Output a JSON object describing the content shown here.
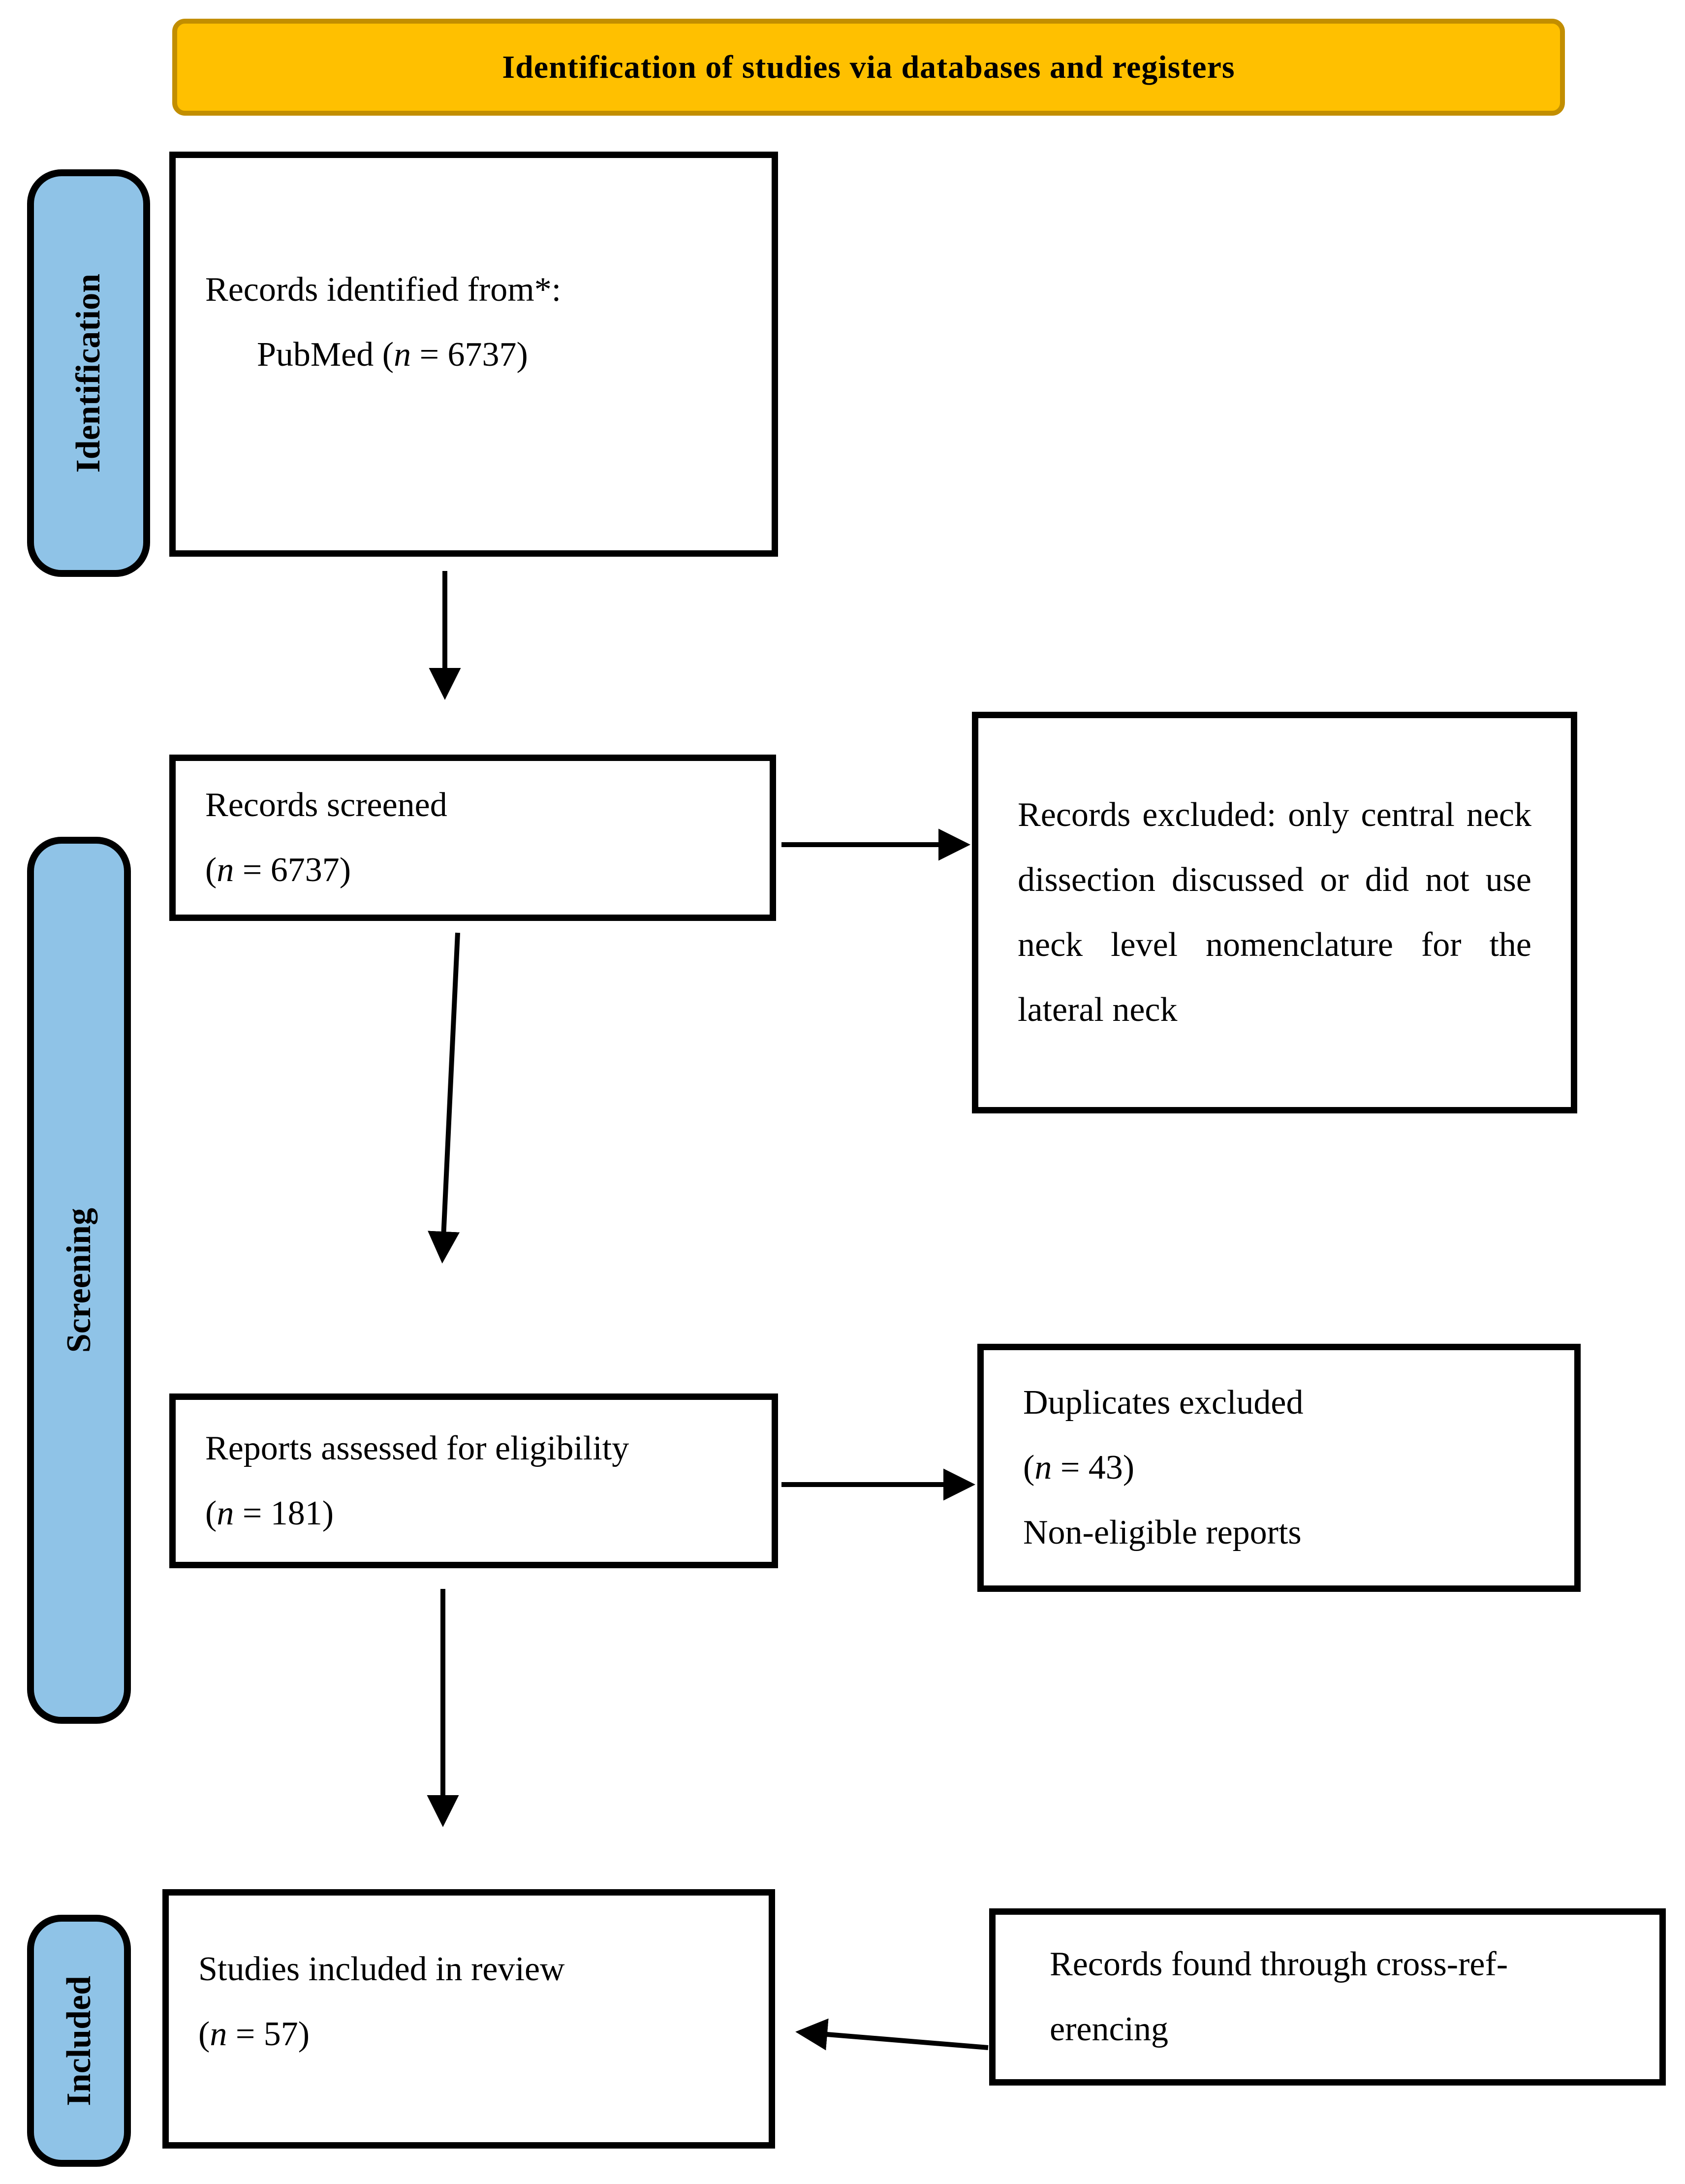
{
  "header": {
    "label": "Identification of studies via databases and registers"
  },
  "stages": {
    "identification": {
      "label": "Identification"
    },
    "screening": {
      "label": "Screening"
    },
    "included": {
      "label": "Included"
    }
  },
  "boxes": {
    "records_identified": {
      "line1": "Records identified from*:",
      "line2": {
        "pre": "PubMed (",
        "var": "n",
        "post": " = 6737)"
      }
    },
    "records_screened": {
      "line1": "Records screened",
      "line2": {
        "pre": "(",
        "var": "n",
        "post": " = 6737)"
      }
    },
    "records_excluded": {
      "text": "Records excluded: only central neck dissection discussed or did not use neck level nomenclature for the lateral neck"
    },
    "reports_assessed": {
      "line1": "Reports assessed for eligibility",
      "line2": {
        "pre": "(",
        "var": "n",
        "post": " = 181)"
      }
    },
    "duplicates_excluded": {
      "line1": "Duplicates excluded",
      "line2": {
        "pre": "(",
        "var": "n",
        "post": " = 43)"
      },
      "line3": "Non-eligible reports"
    },
    "studies_included": {
      "line1": "Studies included in review",
      "line2": {
        "pre": "(",
        "var": "n",
        "post": " = 57)"
      }
    },
    "cross_referencing": {
      "line1": "Records found through cross-ref-",
      "line2": "erencing"
    }
  },
  "colors": {
    "header_fill": "#FFC000",
    "header_border": "#C28E00",
    "stage_fill": "#8FC3E7",
    "box_border": "#000000",
    "text": "#000000"
  }
}
